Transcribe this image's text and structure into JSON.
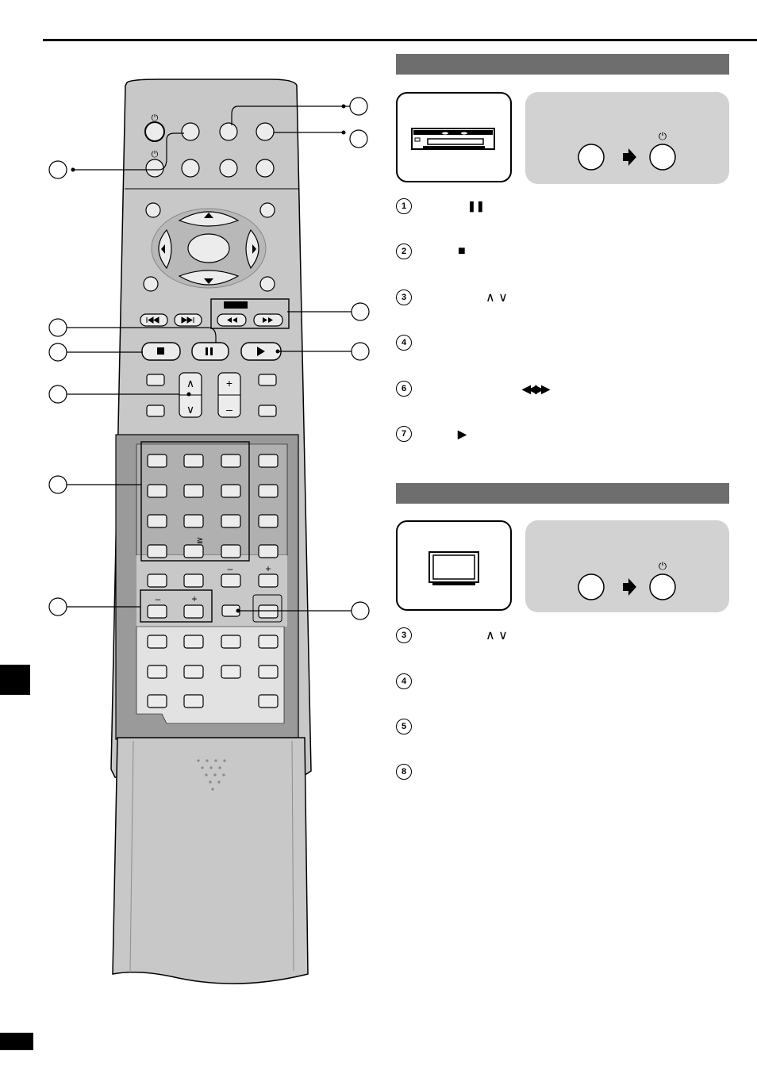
{
  "page": {
    "rule": "top-rule",
    "left_tab": "section-tab",
    "bottom_tab": "page-tab"
  },
  "remote": {
    "power_symbol": "⏻",
    "up_down_arrows": [
      "∧",
      "∨"
    ],
    "plus": "+",
    "minus": "–",
    "ge_mark": "≧",
    "transport": {
      "stop_icon": "stop-icon",
      "pause_icon": "pause-icon",
      "play_icon": "play-icon",
      "skip_back_icon": "skip-back-icon",
      "skip_forward_icon": "skip-forward-icon",
      "rewind_icon": "rewind-icon",
      "fast_forward_icon": "fast-forward-icon"
    }
  },
  "sections": [
    {
      "device_icon": "vcr-icon",
      "power_sequence": {
        "arrow": "arrow-right-icon",
        "power_symbol": "⏻"
      },
      "steps": [
        {
          "num": "1",
          "symbol": "❚❚"
        },
        {
          "num": "2",
          "symbol": "■"
        },
        {
          "num": "3",
          "symbol": "∧ ∨"
        },
        {
          "num": "4",
          "symbol": ""
        },
        {
          "num": "6",
          "symbol": "◀◀ ▶▶"
        },
        {
          "num": "7",
          "symbol": "▶"
        }
      ]
    },
    {
      "device_icon": "tv-icon",
      "power_sequence": {
        "arrow": "arrow-right-icon",
        "power_symbol": "⏻"
      },
      "steps": [
        {
          "num": "3",
          "symbol": "∧ ∨"
        },
        {
          "num": "4",
          "symbol": ""
        },
        {
          "num": "5",
          "symbol": ""
        },
        {
          "num": "8",
          "symbol": ""
        }
      ]
    }
  ]
}
